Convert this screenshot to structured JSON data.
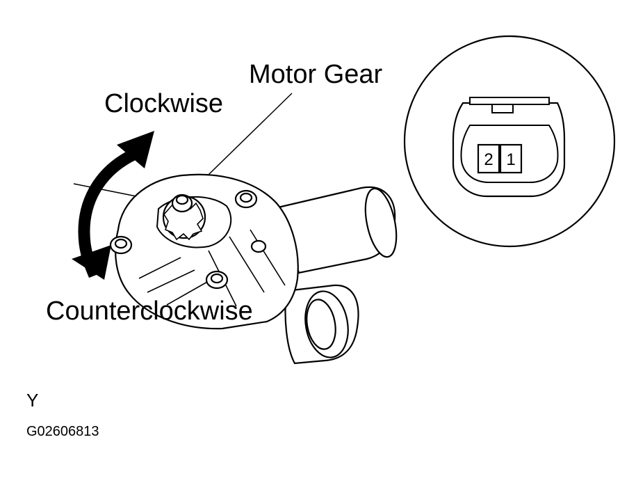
{
  "labels": {
    "motor_gear": "Motor Gear",
    "clockwise": "Clockwise",
    "counterclockwise": "Counterclockwise",
    "view": "Y",
    "figure_code": "G02606813"
  },
  "connector": {
    "pins": [
      "2",
      "1"
    ]
  },
  "colors": {
    "ink": "#000000",
    "paper": "#ffffff"
  }
}
